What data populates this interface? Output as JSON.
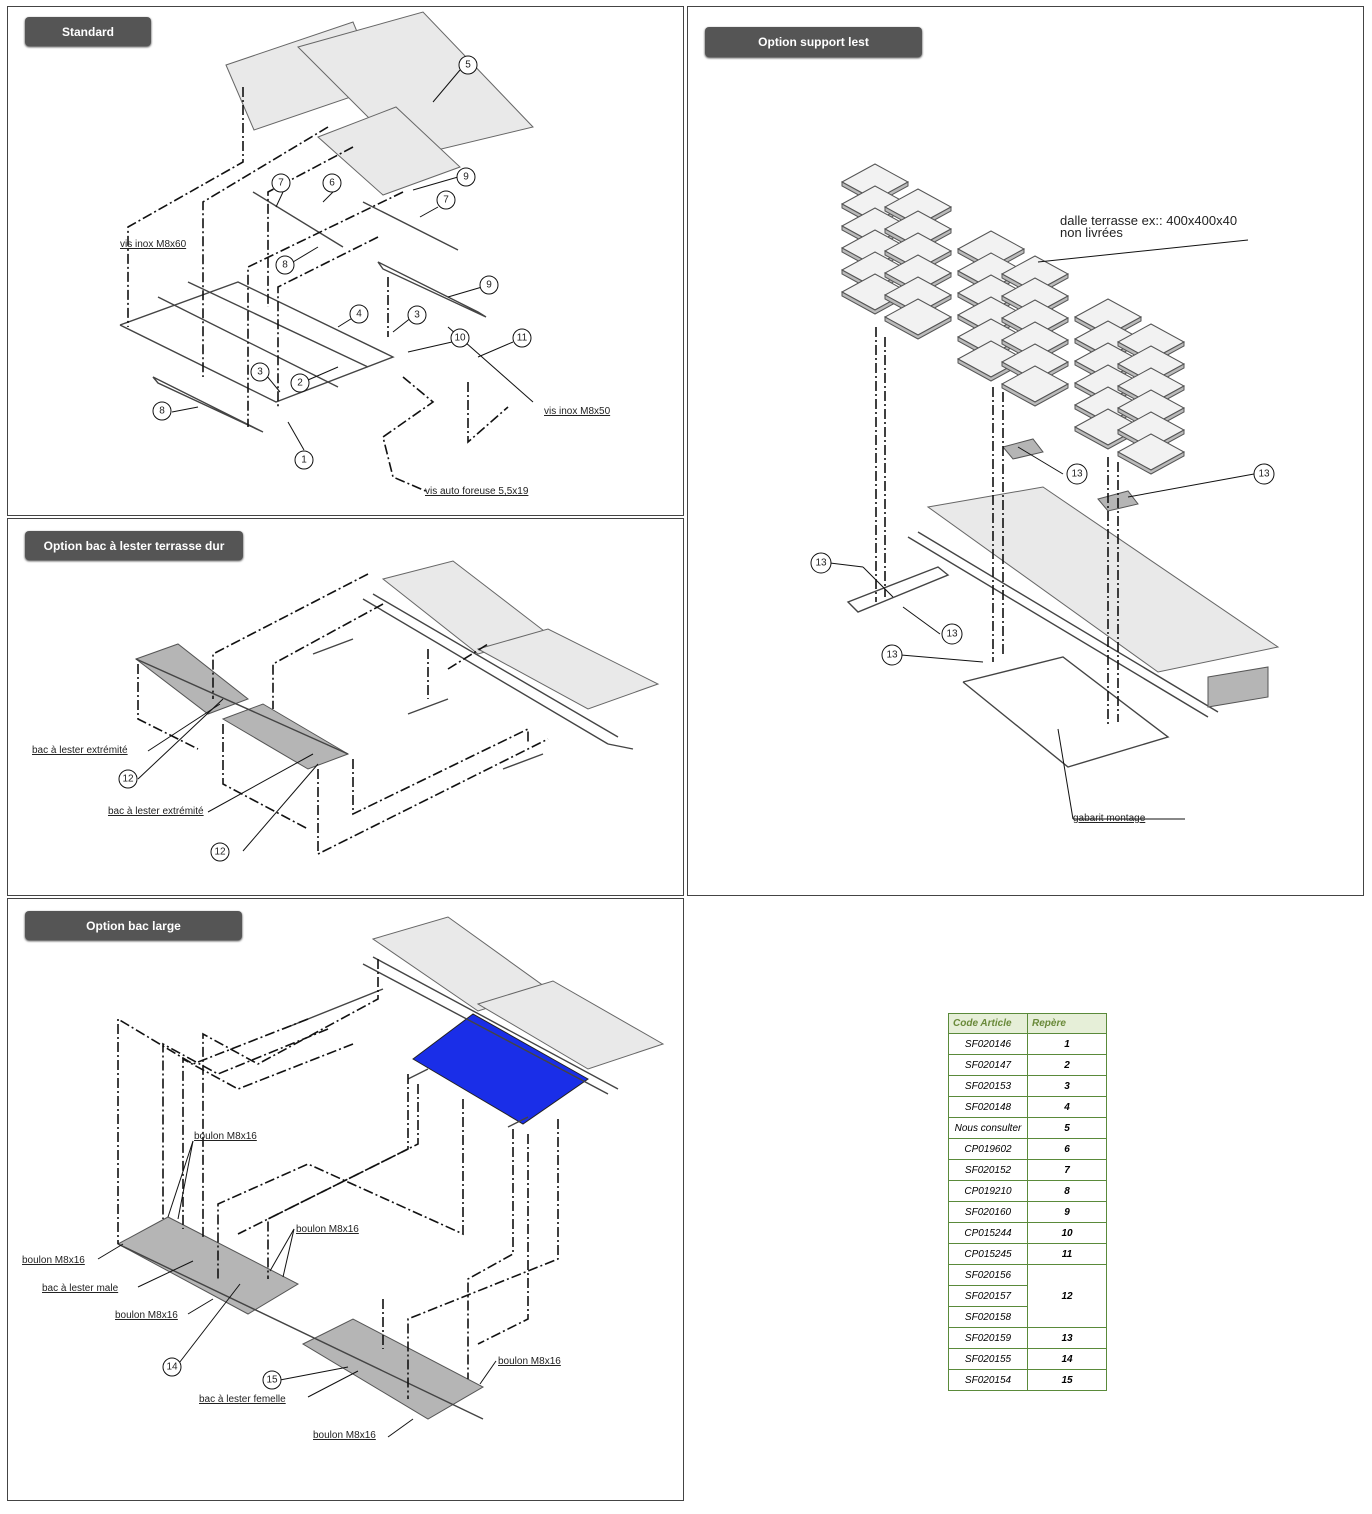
{
  "panels": {
    "standard": {
      "title": "Standard",
      "labels": {
        "vis_inox_m8x60": "vis inox M8x60",
        "vis_inox_m8x50": "vis inox M8x50",
        "vis_auto_foreuse": "vis auto foreuse 5,5x19"
      },
      "callouts": [
        "1",
        "2",
        "3",
        "3",
        "4",
        "5",
        "6",
        "7",
        "7",
        "8",
        "8",
        "9",
        "9",
        "10",
        "11"
      ]
    },
    "support_lest": {
      "title": "Option support lest",
      "labels": {
        "dalle_line1": "dalle terrasse ex:: 400x400x40",
        "dalle_line2": "non livrées",
        "gabarit": "gabarit montage"
      },
      "callouts": [
        "13",
        "13",
        "13",
        "13",
        "13"
      ]
    },
    "bac_terrasse": {
      "title": "Option bac à lester terrasse dur",
      "labels": {
        "bac_extremite_1": "bac à lester extrémité",
        "bac_extremite_2": "bac à lester extrémité"
      },
      "callouts": [
        "12",
        "12"
      ]
    },
    "bac_large": {
      "title": "Option bac large",
      "labels": {
        "boulon_1": "boulon M8x16",
        "boulon_2": "boulon M8x16",
        "boulon_3": "boulon M8x16",
        "boulon_4": "boulon M8x16",
        "boulon_5": "boulon M8x16",
        "boulon_6": "boulon M8x16",
        "bac_male": "bac à lester male",
        "bac_femelle": "bac à lester femelle"
      },
      "callouts": [
        "14",
        "15"
      ]
    }
  },
  "table": {
    "headers": [
      "Code Article",
      "Repère"
    ],
    "rows": [
      {
        "code": "SF020146",
        "rep": "1"
      },
      {
        "code": "SF020147",
        "rep": "2"
      },
      {
        "code": "SF020153",
        "rep": "3"
      },
      {
        "code": "SF020148",
        "rep": "4"
      },
      {
        "code": "Nous consulter",
        "rep": "5"
      },
      {
        "code": "CP019602",
        "rep": "6"
      },
      {
        "code": "SF020152",
        "rep": "7"
      },
      {
        "code": "CP019210",
        "rep": "8"
      },
      {
        "code": "SF020160",
        "rep": "9"
      },
      {
        "code": "CP015244",
        "rep": "10"
      },
      {
        "code": "CP015245",
        "rep": "11"
      },
      {
        "code": "SF020156",
        "rep": "12"
      },
      {
        "code": "SF020157",
        "rep": ""
      },
      {
        "code": "SF020158",
        "rep": ""
      },
      {
        "code": "SF020159",
        "rep": "13"
      },
      {
        "code": "SF020155",
        "rep": "14"
      },
      {
        "code": "SF020154",
        "rep": "15"
      }
    ]
  },
  "colors": {
    "tag_bg": "#555555",
    "solar_panel": "#1a2ee8",
    "table_border": "#5a8a3a",
    "table_header_bg": "#e6efd8"
  }
}
